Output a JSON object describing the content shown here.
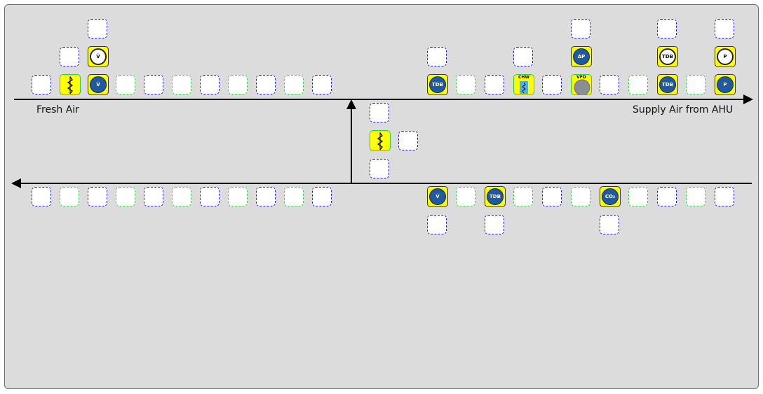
{
  "labels": {
    "fresh_air": "Fresh Air",
    "supply_air": "Supply Air from AHU"
  },
  "components": {
    "flow_top_white": "V̇",
    "flow_top_blue": "V̇",
    "temp_supply_1": "TDB",
    "coil": "CHW",
    "vfd": "VFD",
    "dp": "ΔP",
    "temp_top_white": "TDB",
    "temp_supply_2": "TDB",
    "pressure_top": "P",
    "pressure_main": "P",
    "flow_return": "V̇",
    "temp_return": "TDB",
    "co2_return": "CO₂"
  },
  "colors": {
    "canvas": "#dcdcdc",
    "component_fill": "#ffff00",
    "sensor_blue": "#1f5aa0",
    "slot_blue_border": "#1a1acc",
    "slot_green_border": "#2ecc40",
    "coil_band": "#4ab3e8"
  },
  "icons": [
    "damper-icon",
    "flow-sensor-icon",
    "temperature-sensor-icon",
    "chilled-water-coil-icon",
    "vfd-fan-icon",
    "differential-pressure-icon",
    "pressure-sensor-icon",
    "co2-sensor-icon",
    "arrow-icon"
  ]
}
